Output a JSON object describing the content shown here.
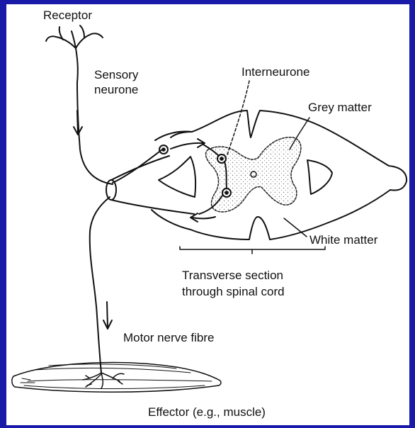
{
  "labels": {
    "receptor": "Receptor",
    "sensory_line1": "Sensory",
    "sensory_line2": "neurone",
    "interneurone": "Interneurone",
    "grey_matter": "Grey matter",
    "white_matter": "White matter",
    "section_line1": "Transverse section",
    "section_line2": "through spinal cord",
    "motor": "Motor nerve fibre",
    "effector": "Effector (e.g., muscle)"
  }
}
